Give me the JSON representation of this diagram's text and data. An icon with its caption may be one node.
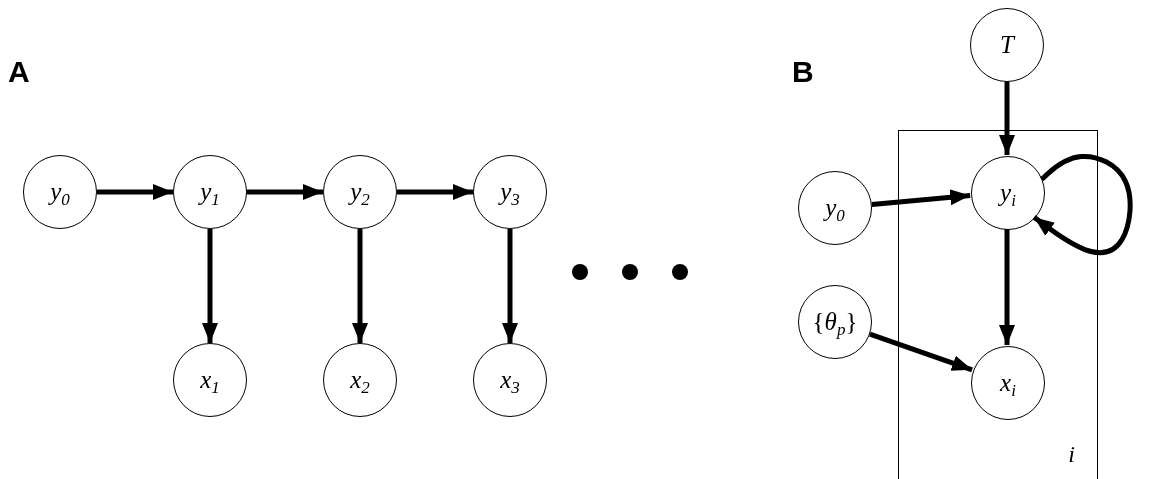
{
  "diagram": {
    "nodes": [
      {
        "text": [
          "*y*$_{0}$"
        ]
      },
      {
        "text": [
          "*y*$_{1}$"
        ]
      },
      {
        "text": [
          "*y*$_{2}$"
        ]
      },
      {
        "text": [
          "*y*$_{3}$"
        ]
      },
      {
        "text": [
          "*x*$_{1}$"
        ]
      },
      {
        "text": [
          "*x*$_{2}$"
        ]
      },
      {
        "text": [
          "*x*$_{3}$"
        ]
      },
      {
        "text": [
          "T"
        ]
      },
      {
        "text": [
          "i"
        ]
      },
      {
        "text": [
          "*y*$_{0}$"
        ]
      },
      {
        "text": [
          "*y*$_{i}$"
        ],
        "in": 8
      },
      {
        "text": [
          "{*θ*$_{p}$}"
        ]
      },
      {
        "text": [
          "*x*$_{i}$"
        ],
        "in": 8
      }
    ],
    "edges": [
      {
        "from": 0,
        "to": 1,
        "arrow": "to"
      },
      {
        "from": 1,
        "to": 2,
        "arrow": "to"
      },
      {
        "from": 2,
        "to": 3,
        "arrow": "to"
      },
      {
        "from": 1,
        "to": 4,
        "arrow": "to"
      },
      {
        "from": 2,
        "to": 5,
        "arrow": "to"
      },
      {
        "from": 3,
        "to": 6,
        "arrow": "to"
      },
      {
        "from": 7,
        "to": 10,
        "arrow": "to"
      },
      {
        "from": 9,
        "to": 10,
        "arrow": "to"
      },
      {
        "from": 10,
        "to": 12,
        "arrow": "to"
      },
      {
        "from": 11,
        "to": 12,
        "arrow": "to"
      },
      {
        "from": 10,
        "to": 10,
        "arrow": "to"
      }
    ],
    "labels": [
      "A",
      "B"
    ]
  }
}
